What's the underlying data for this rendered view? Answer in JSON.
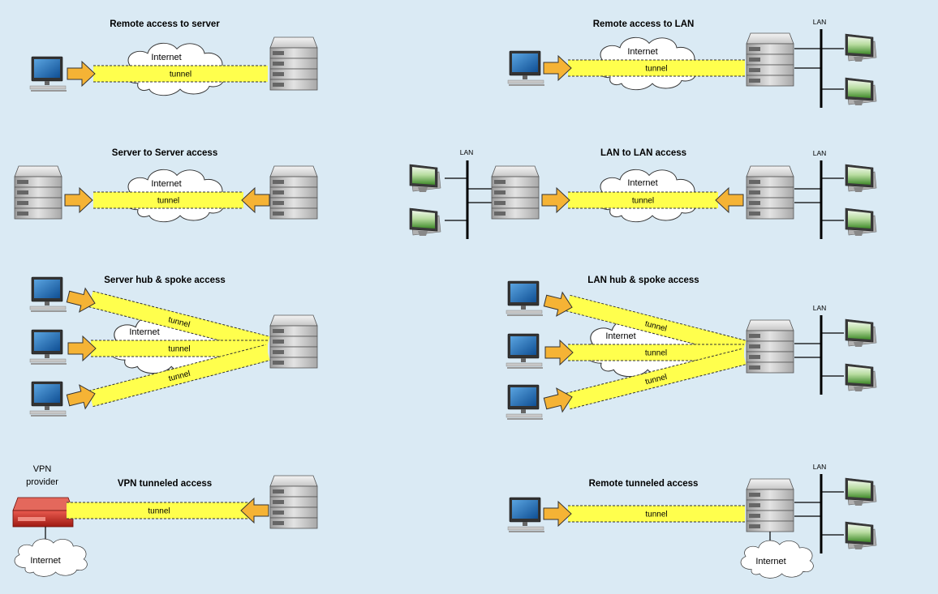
{
  "panels": {
    "remote_server": {
      "title": "Remote access  to server",
      "internet": "Internet",
      "tunnel": "tunnel"
    },
    "remote_lan": {
      "title": "Remote access  to LAN",
      "internet": "Internet",
      "tunnel": "tunnel",
      "lan": "LAN"
    },
    "server_server": {
      "title": "Server to Server access",
      "internet": "Internet",
      "tunnel": "tunnel"
    },
    "lan_lan": {
      "title": "LAN to LAN access",
      "internet": "Internet",
      "tunnel": "tunnel",
      "lan_left": "LAN",
      "lan_right": "LAN"
    },
    "server_hub": {
      "title": "Server hub & spoke access",
      "internet": "Internet",
      "tunnels": [
        "tunnel",
        "tunnel",
        "tunnel"
      ]
    },
    "lan_hub": {
      "title": "LAN hub & spoke access",
      "internet": "Internet",
      "tunnels": [
        "tunnel",
        "tunnel",
        "tunnel"
      ],
      "lan": "LAN"
    },
    "vpn_tunneled": {
      "title": "VPN tunneled access",
      "provider_line1": "VPN",
      "provider_line2": "provider",
      "internet": "Internet",
      "tunnel": "tunnel"
    },
    "remote_tunneled": {
      "title": "Remote tunneled access",
      "internet": "Internet",
      "tunnel": "tunnel",
      "lan": "LAN"
    }
  },
  "colors": {
    "background": "#daeaf4",
    "tunnel_fill": "#ffff4d",
    "arrow_fill": "#f5b335",
    "provider_red": "#c8281e"
  }
}
